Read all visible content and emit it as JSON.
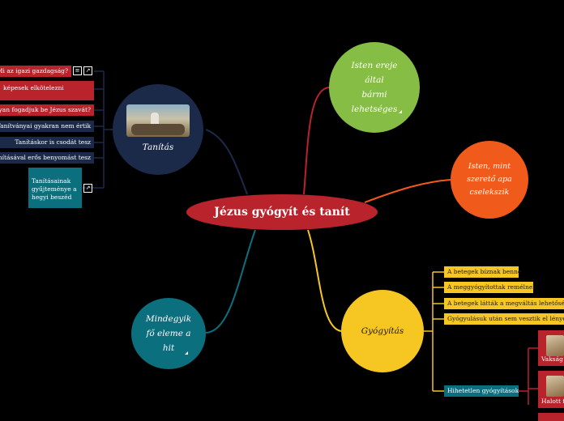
{
  "colors": {
    "background": "#000000",
    "center": "#b8232c",
    "tanitas": "#1c2a4a",
    "isten_ereje": "#86be45",
    "isten_apa": "#f05a1a",
    "gyogyitas": "#f6c623",
    "hit": "#0b6f7e"
  },
  "central": {
    "label": "Jézus gyógyít és tanít"
  },
  "tanitas": {
    "label": "Tanítás",
    "items": [
      "Mi az igazi gazdagság?",
      "képesek elkötelezni",
      "gyan fogadjuk be Jézus szavát?",
      "Tanítványai gyakran nem értik",
      "Tanításkor is csodát tesz",
      "Tanításával erős benyomást tesz",
      "Tanításainak gyűjteménye a hegyi beszéd"
    ]
  },
  "isten_ereje": {
    "lines": [
      "Isten ereje",
      "által",
      "bármi",
      "lehetséges"
    ]
  },
  "isten_apa": {
    "lines": [
      "Isten, mint",
      "szerető apa",
      "cselekszik"
    ]
  },
  "gyogyitas": {
    "label": "Gyógyítás",
    "items": [
      "A betegek bíznak benne",
      "A meggyógyítottak remélnek",
      "A betegek látták a megváltás lehetőségét",
      "Gyógyulásuk után sem vesztik el lényeglátásukat"
    ],
    "special": "Hihetetlen gyógyítások",
    "subitems": [
      "Vakság g",
      "Halott fe"
    ]
  },
  "hit": {
    "lines": [
      "Mindegyik",
      "fő eleme a",
      "hit"
    ]
  },
  "icons": [
    "note-icon",
    "link-icon"
  ]
}
